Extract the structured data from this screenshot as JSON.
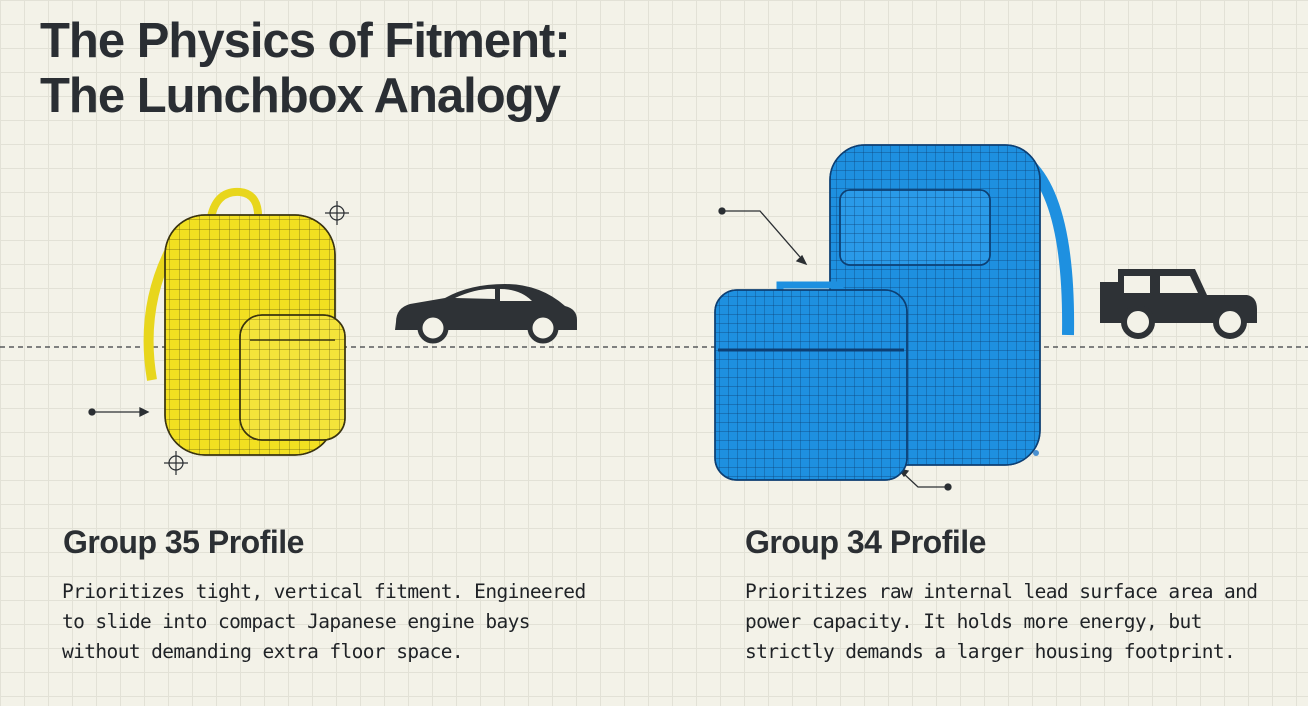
{
  "title": {
    "line1": "The Physics of Fitment:",
    "line2": "The Lunchbox Analogy"
  },
  "colors": {
    "group35": "#f2e021",
    "group34": "#1e90e0",
    "ink": "#2b2f33",
    "background": "#f3f2e8"
  },
  "left_panel": {
    "heading": "Group 35 Profile",
    "body": "Prioritizes tight, vertical fitment. Engineered to slide into compact Japanese engine bays without demanding extra floor space.",
    "illustration": "yellow-backpack",
    "vehicle_icon": "sedan-icon"
  },
  "right_panel": {
    "heading": "Group 34 Profile",
    "body": "Prioritizes raw internal lead surface area and power capacity. It holds more energy, but strictly demands a larger housing footprint.",
    "illustration": "blue-lunchbox-and-backpack",
    "vehicle_icon": "jeep-icon"
  }
}
